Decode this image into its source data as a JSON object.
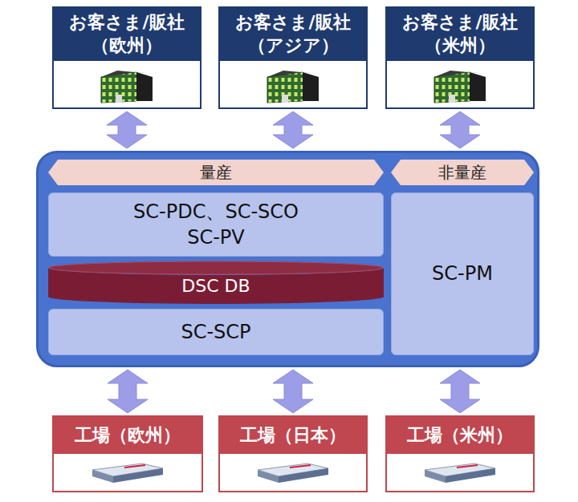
{
  "diagram": {
    "nodes": [
      {
        "text": [
          "お客さま/販社 （欧州）"
        ]
      },
      {
        "text": [
          "お客さま/販社 （アジア）"
        ]
      },
      {
        "text": [
          "お客さま/販社 （米州）"
        ]
      },
      {
        "text": []
      },
      {
        "text": [
          "量産"
        ],
        "in": 3
      },
      {
        "text": [
          "非量産"
        ],
        "in": 3
      },
      {
        "text": [
          "SC-PDC、SC-SCO SC-PV"
        ],
        "in": 3
      },
      {
        "text": [
          "DSC DB"
        ],
        "in": 3
      },
      {
        "text": [
          "SC-SCP"
        ],
        "in": 3
      },
      {
        "text": [
          "SC-PM"
        ],
        "in": 3
      },
      {
        "text": [
          "工場（欧州）"
        ]
      },
      {
        "text": [
          "工場（日本）"
        ]
      },
      {
        "text": [
          "工場（米州）"
        ]
      }
    ],
    "edges": [
      {
        "from": 0,
        "to": 3,
        "arrow": "both"
      },
      {
        "from": 1,
        "to": 3,
        "arrow": "both"
      },
      {
        "from": 2,
        "to": 3,
        "arrow": "both"
      },
      {
        "from": 3,
        "to": 10,
        "arrow": "both"
      },
      {
        "from": 3,
        "to": 11,
        "arrow": "both"
      },
      {
        "from": 3,
        "to": 12,
        "arrow": "both"
      }
    ]
  }
}
